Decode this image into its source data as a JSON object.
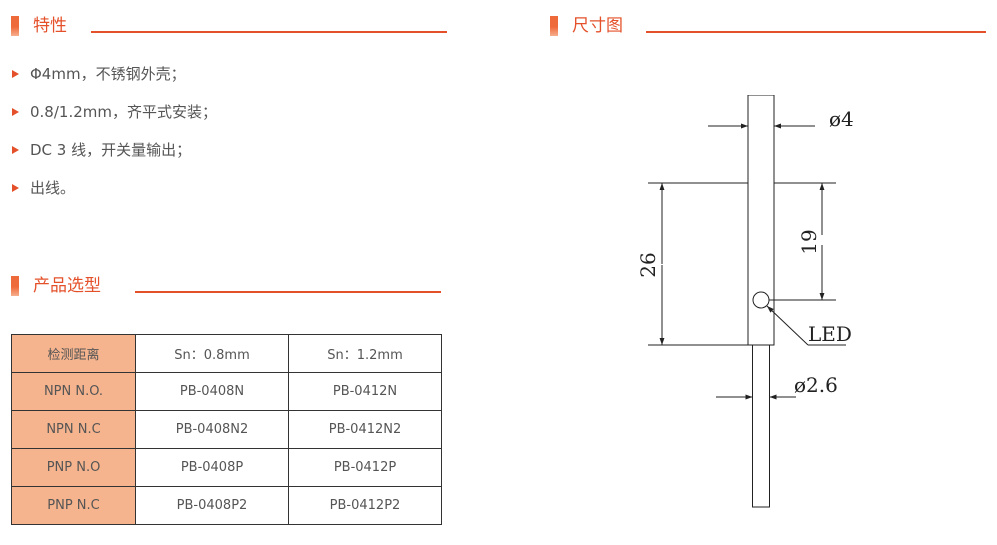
{
  "features": {
    "title": "特性",
    "items": [
      "Φ4mm，不锈钢外壳；",
      "0.8/1.2mm，齐平式安装；",
      "DC 3 线，开关量输出；",
      "出线。"
    ]
  },
  "selection": {
    "title": "产品选型",
    "header": [
      "检测距离",
      "Sn：0.8mm",
      "Sn：1.2mm"
    ],
    "rows": [
      [
        "NPN N.O.",
        "PB-0408N",
        "PB-0412N"
      ],
      [
        "NPN N.C",
        "PB-0408N2",
        "PB-0412N2"
      ],
      [
        "PNP N.O",
        "PB-0408P",
        "PB-0412P"
      ],
      [
        "PNP N.C",
        "PB-0408P2",
        "PB-0412P2"
      ]
    ]
  },
  "dimensions": {
    "title": "尺寸图",
    "labels": {
      "diameter_body": "ø4",
      "length_total": "26",
      "length_led": "19",
      "led": "LED",
      "diameter_cable": "ø2.6"
    }
  },
  "colors": {
    "accent": "#e4502a",
    "table_header_bg": "#f5b48e"
  }
}
